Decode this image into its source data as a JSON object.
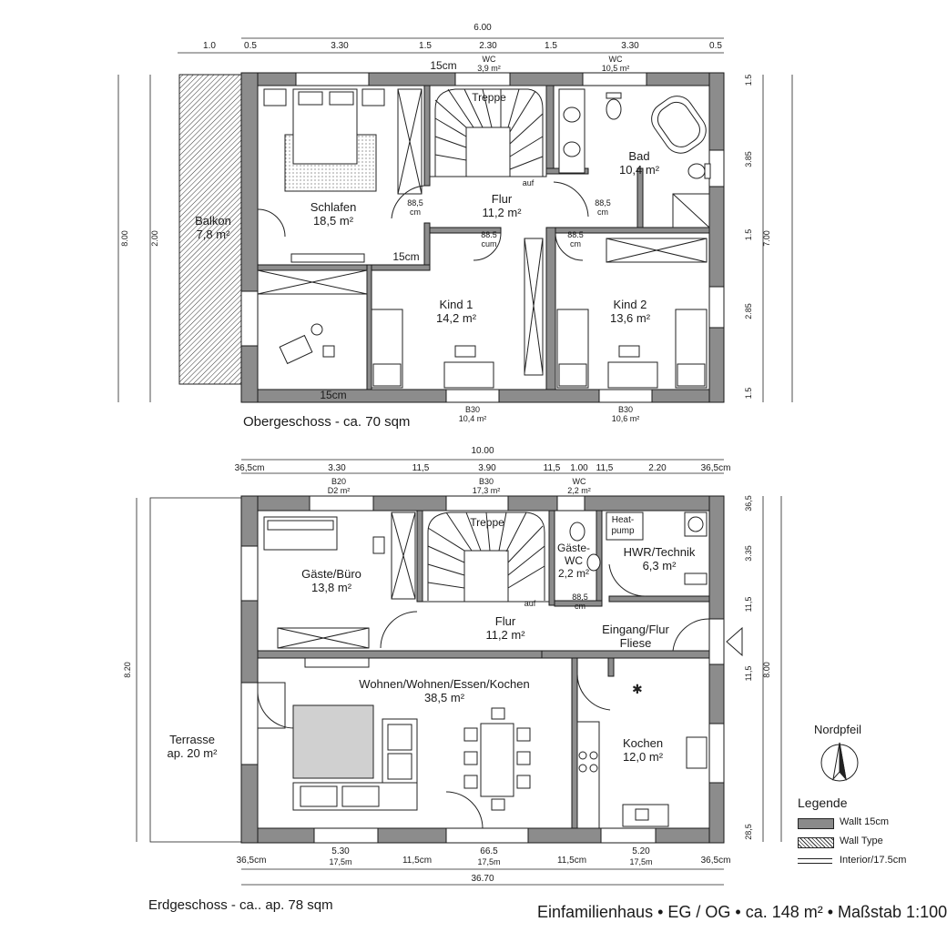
{
  "upper_floor": {
    "caption": "Obergeschoss - ca. 70 sqm",
    "top_dims": [
      "1.0",
      "0.5",
      "3.30",
      "1.5",
      "2.30",
      "1.5",
      "3.30",
      "0.5"
    ],
    "overall_width": "6.00",
    "top_window_labels": [
      {
        "t1": "WC",
        "t2": "3,9 m²"
      },
      {
        "t1": "WC",
        "t2": "10,5 m²"
      }
    ],
    "wall_note_top": "15cm",
    "wall_note_mid": "15cm",
    "wall_note_bottom": "15cm",
    "rooms": [
      {
        "name": "Balkon",
        "area": "7,8 m²"
      },
      {
        "name": "Schlafen",
        "area": "18,5 m²"
      },
      {
        "name": "Treppe",
        "area": ""
      },
      {
        "name": "Flur",
        "area": "11,2 m²"
      },
      {
        "name": "Bad",
        "area": "10,4 m²"
      },
      {
        "name": "Kind 1",
        "area": "14,2 m²"
      },
      {
        "name": "Kind 2",
        "area": "13,6 m²"
      }
    ],
    "door_notes": [
      {
        "t1": "88,5",
        "t2": "cm"
      },
      {
        "t1": "88,5",
        "t2": "cm"
      },
      {
        "t1": "88.5",
        "t2": "cum"
      },
      {
        "t1": "88.5",
        "t2": "cm"
      }
    ],
    "stair_auf": "auf",
    "bottom_windows": [
      {
        "t1": "B30",
        "t2": "10,4 m²"
      },
      {
        "t1": "B30",
        "t2": "10,6 m²"
      }
    ],
    "side_dims_left": [
      "8.00",
      "2.00"
    ],
    "side_dims_right": [
      "1.5",
      "3.85",
      "1.5",
      "7.00",
      "2.85",
      "1.5"
    ]
  },
  "ground_floor": {
    "caption": "Erdgeschoss - ca.. ap. 78 sqm",
    "overall_width": "10.00",
    "top_dims": [
      "36,5cm",
      "3.30",
      "11,5",
      "3.90",
      "11,5",
      "1.00",
      "11,5",
      "2.20",
      "36,5cm"
    ],
    "top_window_labels": [
      {
        "t1": "B20",
        "t2": "D2 m²"
      },
      {
        "t1": "B30",
        "t2": "17,3 m²"
      },
      {
        "t1": "WC",
        "t2": "2,2 m²"
      }
    ],
    "rooms": [
      {
        "name": "Gäste/Büro",
        "area": "13,8 m²"
      },
      {
        "name": "Treppe",
        "area": ""
      },
      {
        "name": "Gäste-\nWC",
        "area": "2,2 m²"
      },
      {
        "name": "Heat-\npump",
        "area": ""
      },
      {
        "name": "HWR/Technik",
        "area": "6,3 m²"
      },
      {
        "name": "Flur",
        "area": "11,2 m²"
      },
      {
        "name": "Eingang/Flur",
        "area": "Fliese"
      },
      {
        "name": "Wohnen/Wohnen/Essen/Kochen",
        "area": "38,5 m²"
      },
      {
        "name": "Kochen",
        "area": "12,0 m²"
      },
      {
        "name": "Terrasse",
        "area": "ap. 20 m²"
      }
    ],
    "door_note": {
      "t1": "88,5",
      "t2": "cm"
    },
    "stair_auf": "auf",
    "bottom_dims": [
      "36,5cm",
      "5.30",
      "11,5cm",
      "66.5",
      "11,5cm",
      "5.20",
      "36,5cm"
    ],
    "bottom_sub": [
      "17,5m",
      "17,5m",
      "17,5m"
    ],
    "overall_bottom": "36.70",
    "side_dim_left": "8.20",
    "side_dims_right": [
      "36,5",
      "3.35",
      "11,5",
      "8.00",
      "11,5",
      "28,5"
    ]
  },
  "north_arrow_label": "Nordpfeil",
  "legend": {
    "title": "Legende",
    "items": [
      {
        "label": "Wallt 15cm",
        "swatch": "#8a8a8a"
      },
      {
        "label": "Wall Type",
        "swatch": "hatch"
      },
      {
        "label": "Interior/17.5cm",
        "swatch": "line"
      }
    ]
  },
  "title_line": "Einfamilienhaus • EG / OG • ca. 148 m² • Maßstab 1:100",
  "colors": {
    "wall": "#8c8c8c",
    "wall_stroke": "#1a1a1a",
    "rug": "#d0d0d0",
    "ink": "#1a1a1a"
  }
}
